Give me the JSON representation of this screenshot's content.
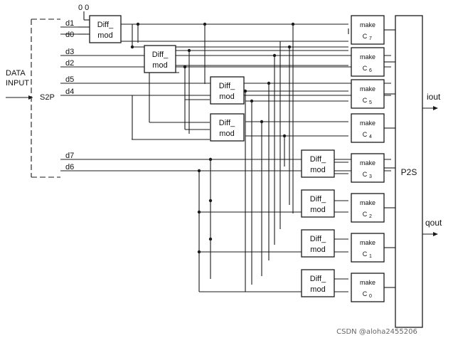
{
  "input": {
    "label_line1": "DATA",
    "label_line2": "INPUT",
    "s2p": "S2P"
  },
  "top_input": "0 0",
  "data_lines": [
    "d1",
    "d0",
    "d3",
    "d2",
    "d5",
    "d4",
    "d7",
    "d6"
  ],
  "diff_mod": {
    "line1": "Diff_",
    "line2": "mod"
  },
  "make": {
    "label": "make",
    "outputs": [
      "C",
      "C",
      "C",
      "C",
      "C",
      "C",
      "C",
      "C"
    ],
    "subscripts": [
      "7",
      "6",
      "5",
      "4",
      "3",
      "2",
      "1",
      "0"
    ]
  },
  "p2s": "P2S",
  "outputs": {
    "iout": "iout",
    "qout": "qout"
  },
  "watermark": "CSDN @aloha2455206"
}
